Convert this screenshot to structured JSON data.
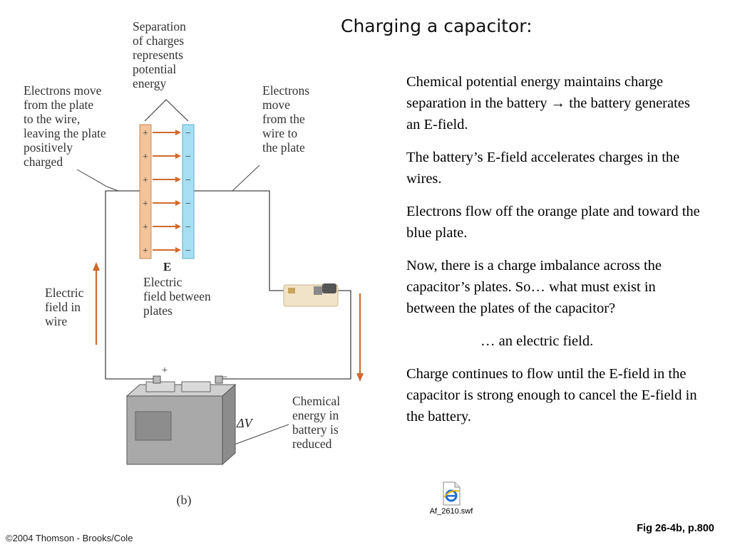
{
  "slide": {
    "title": "Charging a capacitor:",
    "paragraphs": [
      "Chemical potential energy maintains charge separation in the battery → the battery generates an E-field.",
      "The battery’s E-field accelerates charges in the wires.",
      "Electrons flow off the orange plate and toward the blue plate.",
      "Now, there is a charge imbalance across the capacitor’s plates.  So… what must exist in between the plates of the capacitor?",
      "… an electric field.",
      "Charge continues to flow until the E-field in the capacitor is strong enough to cancel the E-field in the battery."
    ],
    "caption": "Fig 26-4b, p.800",
    "copyright": "©2004 Thomson - Brooks/Cole",
    "attachment": {
      "filename": "Af_2610.swf",
      "icon": "internet-explorer-file-icon"
    }
  },
  "figure": {
    "labels": {
      "separation": [
        "Separation",
        "of charges",
        "represents",
        "potential",
        "energy"
      ],
      "electrons_left": [
        "Electrons move",
        "from the plate",
        "to the wire,",
        "leaving the plate",
        "positively",
        "charged"
      ],
      "electrons_right": [
        "Electrons",
        "move",
        "from the",
        "wire to",
        "the plate"
      ],
      "e_symbol": "E",
      "field_between": [
        "Electric",
        "field between",
        "plates"
      ],
      "field_in_wire": [
        "Electric",
        "field in",
        "wire"
      ],
      "chemical": [
        "Chemical",
        "energy in",
        "battery is",
        "reduced"
      ],
      "delta_v": "ΔV",
      "plus": "+",
      "minus": "−",
      "panel": "(b)"
    },
    "colors": {
      "positive_plate": "#f3c39a",
      "positive_plate_edge": "#c98a55",
      "negative_plate": "#a7dff2",
      "negative_plate_edge": "#5aaed0",
      "arrow": "#d2692d",
      "wire": "#444444",
      "battery_body": "#a9a9a9",
      "switch_body": "#f1e3c7"
    }
  }
}
